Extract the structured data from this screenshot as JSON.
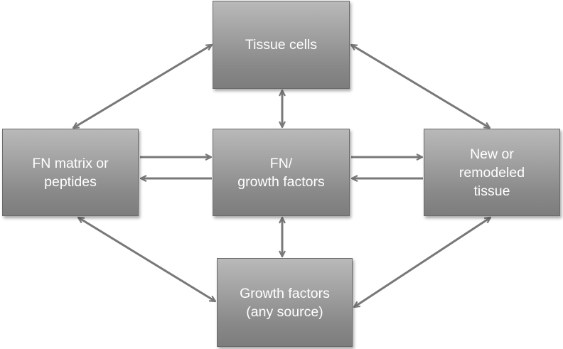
{
  "diagram": {
    "nodes": [
      {
        "id": "tissue-cells",
        "label": "Tissue cells"
      },
      {
        "id": "fn-matrix",
        "label": "FN matrix or\npeptides"
      },
      {
        "id": "fn-growth-factors",
        "label": "FN/\ngrowth factors"
      },
      {
        "id": "new-tissue",
        "label": "New or\nremodeled\ntissue"
      },
      {
        "id": "growth-factors",
        "label": "Growth factors\n(any source)"
      }
    ],
    "edges": [
      {
        "from": "tissue-cells",
        "to": "fn-matrix",
        "direction": "both"
      },
      {
        "from": "tissue-cells",
        "to": "new-tissue",
        "direction": "both"
      },
      {
        "from": "tissue-cells",
        "to": "fn-growth-factors",
        "direction": "both"
      },
      {
        "from": "fn-matrix",
        "to": "fn-growth-factors",
        "direction": "forward"
      },
      {
        "from": "fn-growth-factors",
        "to": "fn-matrix",
        "direction": "forward"
      },
      {
        "from": "fn-growth-factors",
        "to": "new-tissue",
        "direction": "forward"
      },
      {
        "from": "new-tissue",
        "to": "fn-growth-factors",
        "direction": "forward"
      },
      {
        "from": "fn-growth-factors",
        "to": "growth-factors",
        "direction": "both"
      },
      {
        "from": "fn-matrix",
        "to": "growth-factors",
        "direction": "both"
      },
      {
        "from": "new-tissue",
        "to": "growth-factors",
        "direction": "both"
      }
    ],
    "colors": {
      "box_top": "#b9b9b9",
      "box_bottom": "#7d7d7d",
      "arrow": "#787878",
      "text": "#ffffff"
    }
  }
}
